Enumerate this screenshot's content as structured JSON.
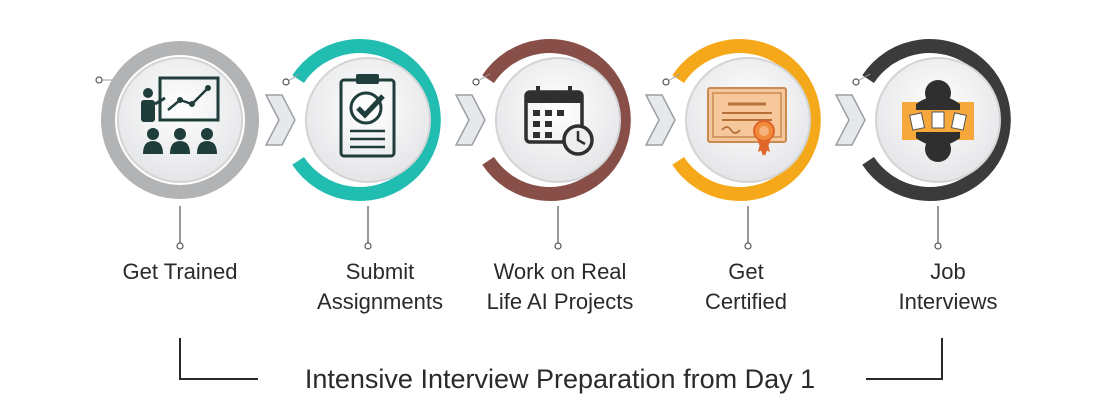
{
  "steps": [
    {
      "id": "get-trained",
      "icon": "classroom-presentation-icon",
      "color": "#b2b3b5",
      "label_lines": [
        "Get Trained"
      ]
    },
    {
      "id": "submit-assignments",
      "icon": "clipboard-checkmark-icon",
      "color": "#20bdb0",
      "label_lines": [
        "Submit",
        "Assignments"
      ]
    },
    {
      "id": "work-on-projects",
      "icon": "calendar-clock-icon",
      "color": "#874f48",
      "label_lines": [
        "Work on Real",
        "Life AI Projects"
      ]
    },
    {
      "id": "get-certified",
      "icon": "certificate-ribbon-icon",
      "color": "#f6a81b",
      "label_lines": [
        "Get",
        "Certified"
      ]
    },
    {
      "id": "job-interviews",
      "icon": "interview-table-icon",
      "color": "#3b3b3b",
      "label_lines": [
        "Job",
        "Interviews"
      ]
    }
  ],
  "footer": {
    "text": "Intensive Interview Preparation from Day 1"
  },
  "colors": {
    "icon_dark": "#1f3d3a",
    "text": "#2a2a2a",
    "chevron": "#e7e8ea",
    "chevron_stroke": "#9aa0a6",
    "disc": "#eeeeef"
  }
}
